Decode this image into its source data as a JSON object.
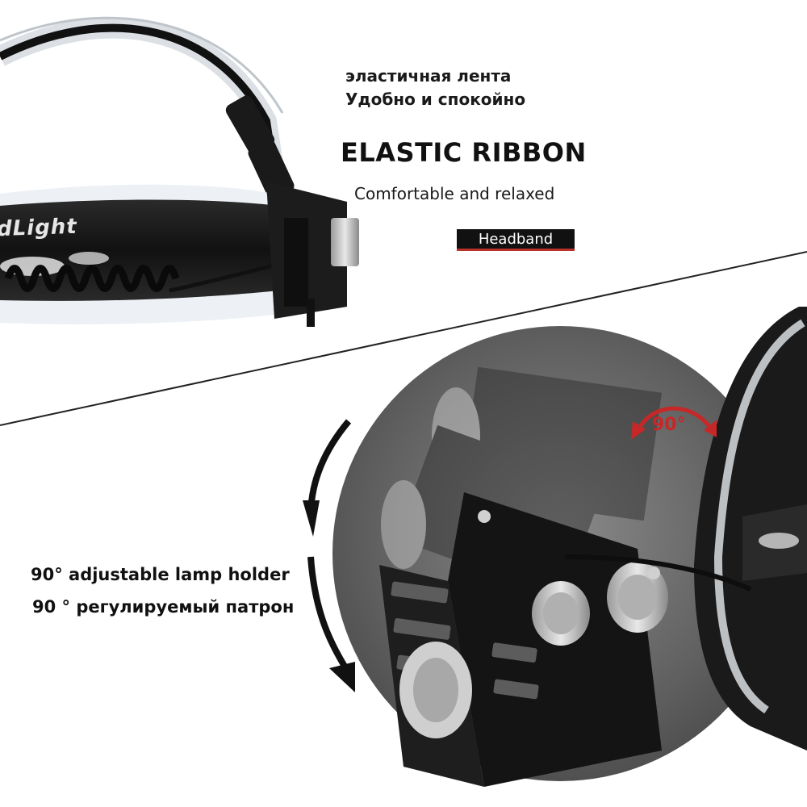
{
  "headband_section": {
    "ru_line_1": "эластичная лента",
    "ru_line_2": "Удобно и спокойно",
    "title": "ELASTIC RIBBON",
    "subtitle": "Comfortable and relaxed",
    "badge": "Headband",
    "band_print": "dLight"
  },
  "lamp_section": {
    "angle_label": "90°",
    "line_1": "90° adjustable lamp holder",
    "line_2": "90 ° регулируемый патрон"
  },
  "colors": {
    "text": "#111111",
    "badge_bg": "#111111",
    "badge_underline": "#b8322a",
    "angle_arrow": "#c62828",
    "circle_bg": "#6b6b6b"
  }
}
